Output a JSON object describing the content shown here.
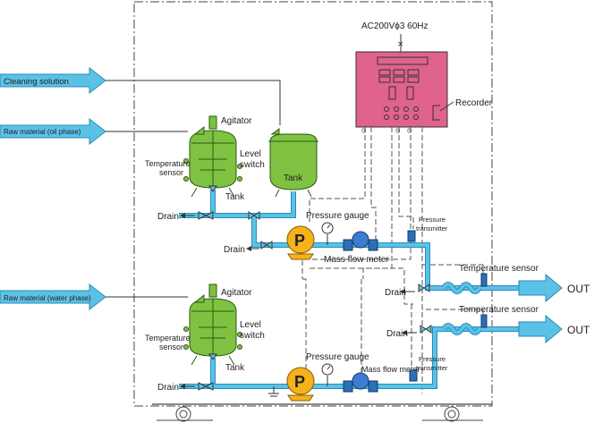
{
  "power_label": "AC200Vϕ3 60Hz",
  "inputs": {
    "cleaning": "Cleaning solution",
    "oil": "Raw material (oil phase)",
    "water": "Raw material (water phase)"
  },
  "top_line": {
    "agitator": "Agitator",
    "temp_sensor_1": "Temperature",
    "temp_sensor_2": "sensor",
    "level_1": "Level",
    "level_2": "switch",
    "tank_small": "Tank",
    "tank_big": "Tank",
    "drain_a": "Drain",
    "drain_b": "Drain",
    "pressure_gauge": "Pressure gauge",
    "mass_flow_meter": "Mass flow meter",
    "pressure_tx_1": "Pressure",
    "pressure_tx_2": "transmitter",
    "drain_out": "Drain",
    "temperature_sensor": "Temperature sensor",
    "out": "OUT"
  },
  "bottom_line": {
    "agitator": "Agitator",
    "temp_sensor_1": "Temperature",
    "temp_sensor_2": "sensor",
    "level_1": "Level",
    "level_2": "switch",
    "tank": "Tank",
    "drain_a": "Drain",
    "pressure_gauge": "Pressure gauge",
    "mass_flow_meter": "Mass flow meter",
    "pressure_tx_1": "Pressure",
    "pressure_tx_2": "transmitter",
    "drain_out": "Drain",
    "temperature_sensor": "Temperature sensor",
    "out": "OUT"
  },
  "recorder": "Recorder",
  "pump_symbol": "P",
  "colors": {
    "pipe": "#5bc2e7",
    "tank": "#7fc241",
    "panel": "#e0628e",
    "pump": "#f5b21b",
    "arrow": "#5bc2e7"
  }
}
